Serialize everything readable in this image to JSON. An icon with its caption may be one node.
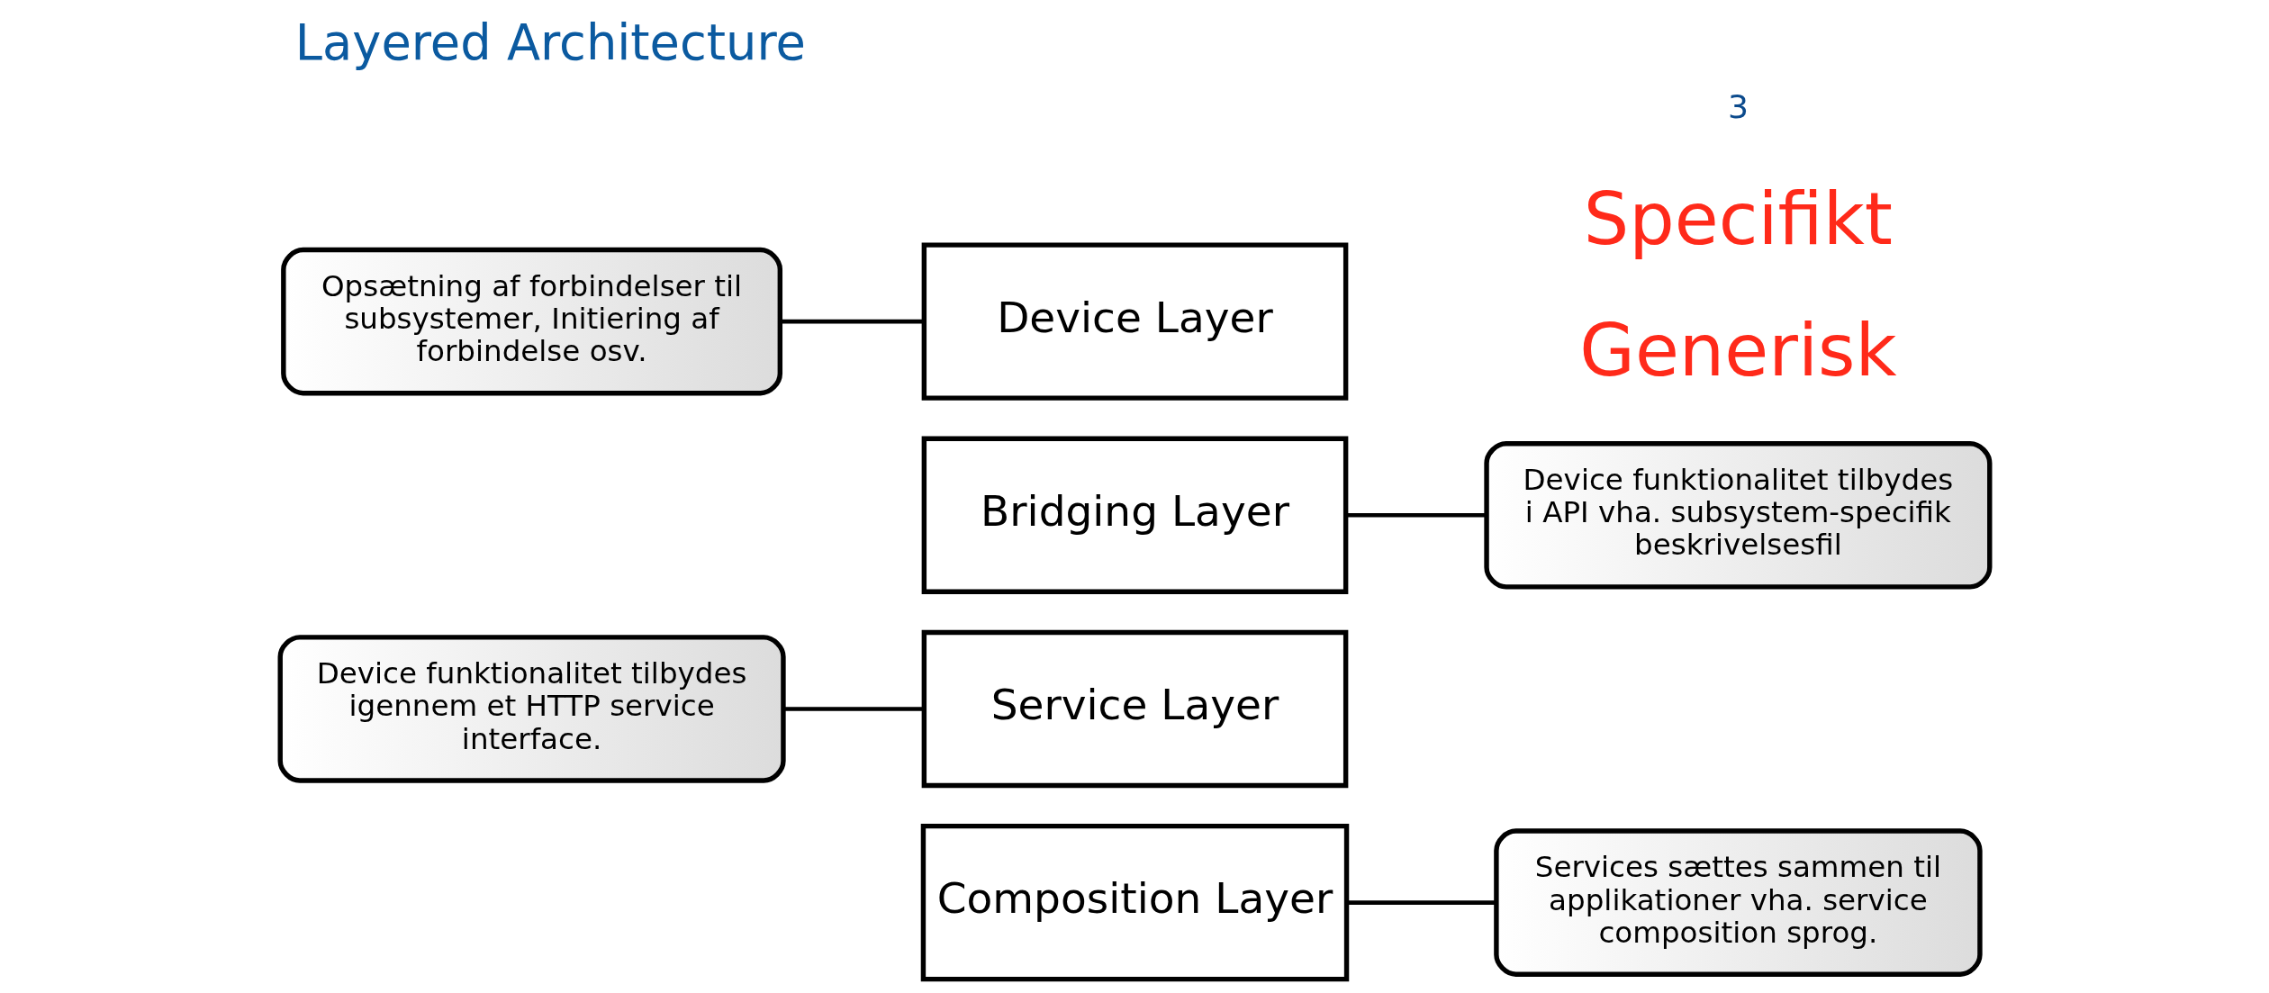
{
  "diagram": {
    "title": "Layered Architecture",
    "nodes": [
      {
        "text": [
          "Composition Layer"
        ]
      },
      {
        "text": [
          "Service Layer"
        ]
      },
      {
        "text": [
          "Bridging Layer"
        ]
      },
      {
        "text": [
          "Device Layer"
        ]
      },
      {
        "text": [
          "Services sættes sammen til applikationer vha. service composition sprog."
        ]
      },
      {
        "text": [
          "Device funktionalitet tilbydes igennem et HTTP service interface."
        ]
      },
      {
        "text": [
          "Device funktionalitet tilbydes i API vha. subsystem-specifik beskrivelsesfil"
        ]
      },
      {
        "text": [
          "Opsætning af forbindelser til subsystemer, Initiering af forbindelse osv."
        ]
      }
    ],
    "edges": [
      {
        "from": 0,
        "to": 4,
        "arrow": "none"
      },
      {
        "from": 5,
        "to": 1,
        "arrow": "none"
      },
      {
        "from": 2,
        "to": 6,
        "arrow": "none"
      },
      {
        "from": 7,
        "to": 3,
        "arrow": "none"
      }
    ],
    "labels": [
      "Generisk",
      "Specifikt",
      "3"
    ]
  }
}
